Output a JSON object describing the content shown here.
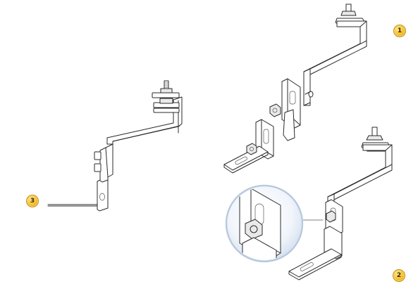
{
  "callouts": {
    "one": "1",
    "two": "2",
    "three": "3"
  },
  "colors": {
    "line": "#2b2b2b",
    "badge_fill": "#f2be2e",
    "badge_border": "#c98d10",
    "magnifier_glass": "#e6eef8"
  }
}
